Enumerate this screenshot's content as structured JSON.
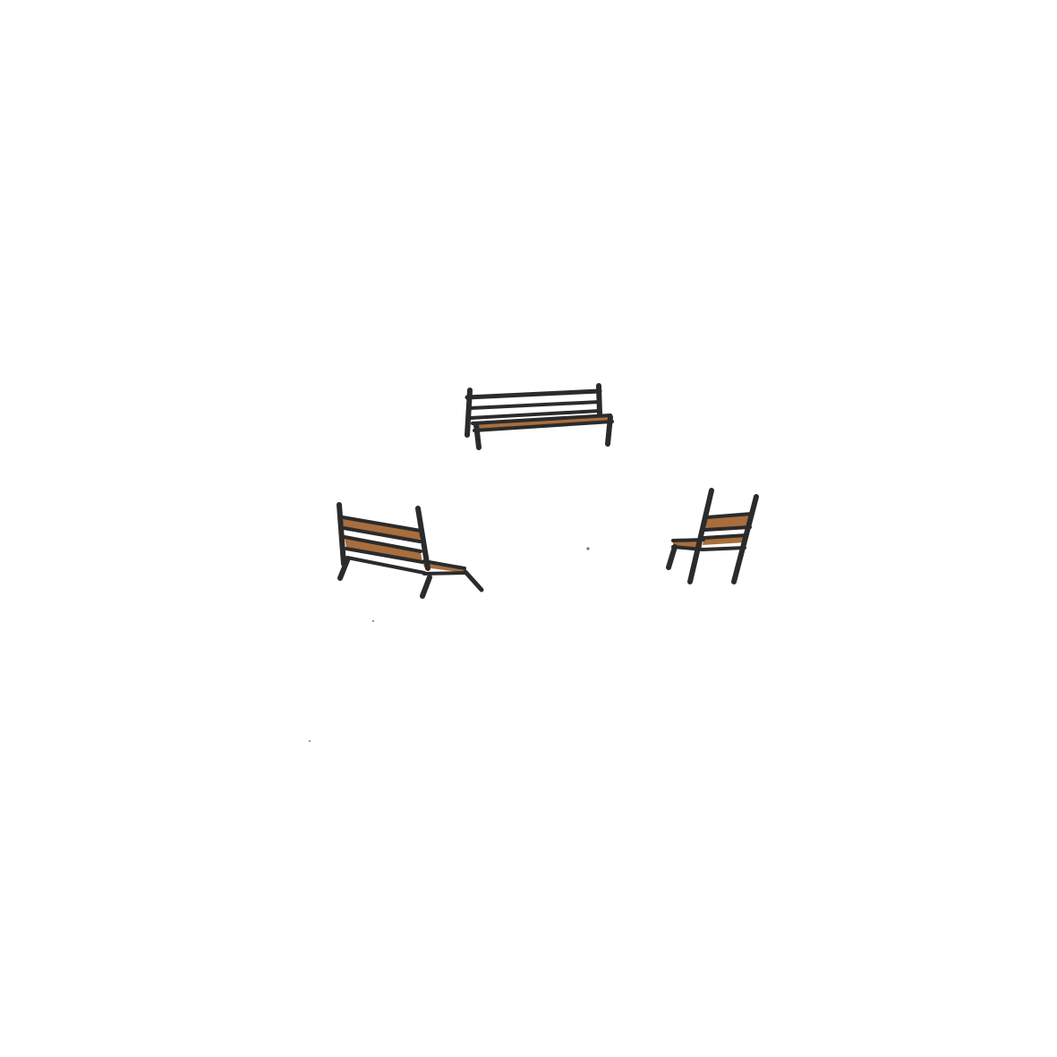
{
  "scene": {
    "background_color": "#ffffff",
    "ink_color": "#2b2b2b",
    "wood_color": "#a86e3d",
    "objects": [
      {
        "icon": "bench-icon",
        "description_key": "back-bench"
      },
      {
        "icon": "bench-icon",
        "description_key": "left-bench"
      },
      {
        "icon": "chair-icon",
        "description_key": "right-chair"
      }
    ]
  }
}
